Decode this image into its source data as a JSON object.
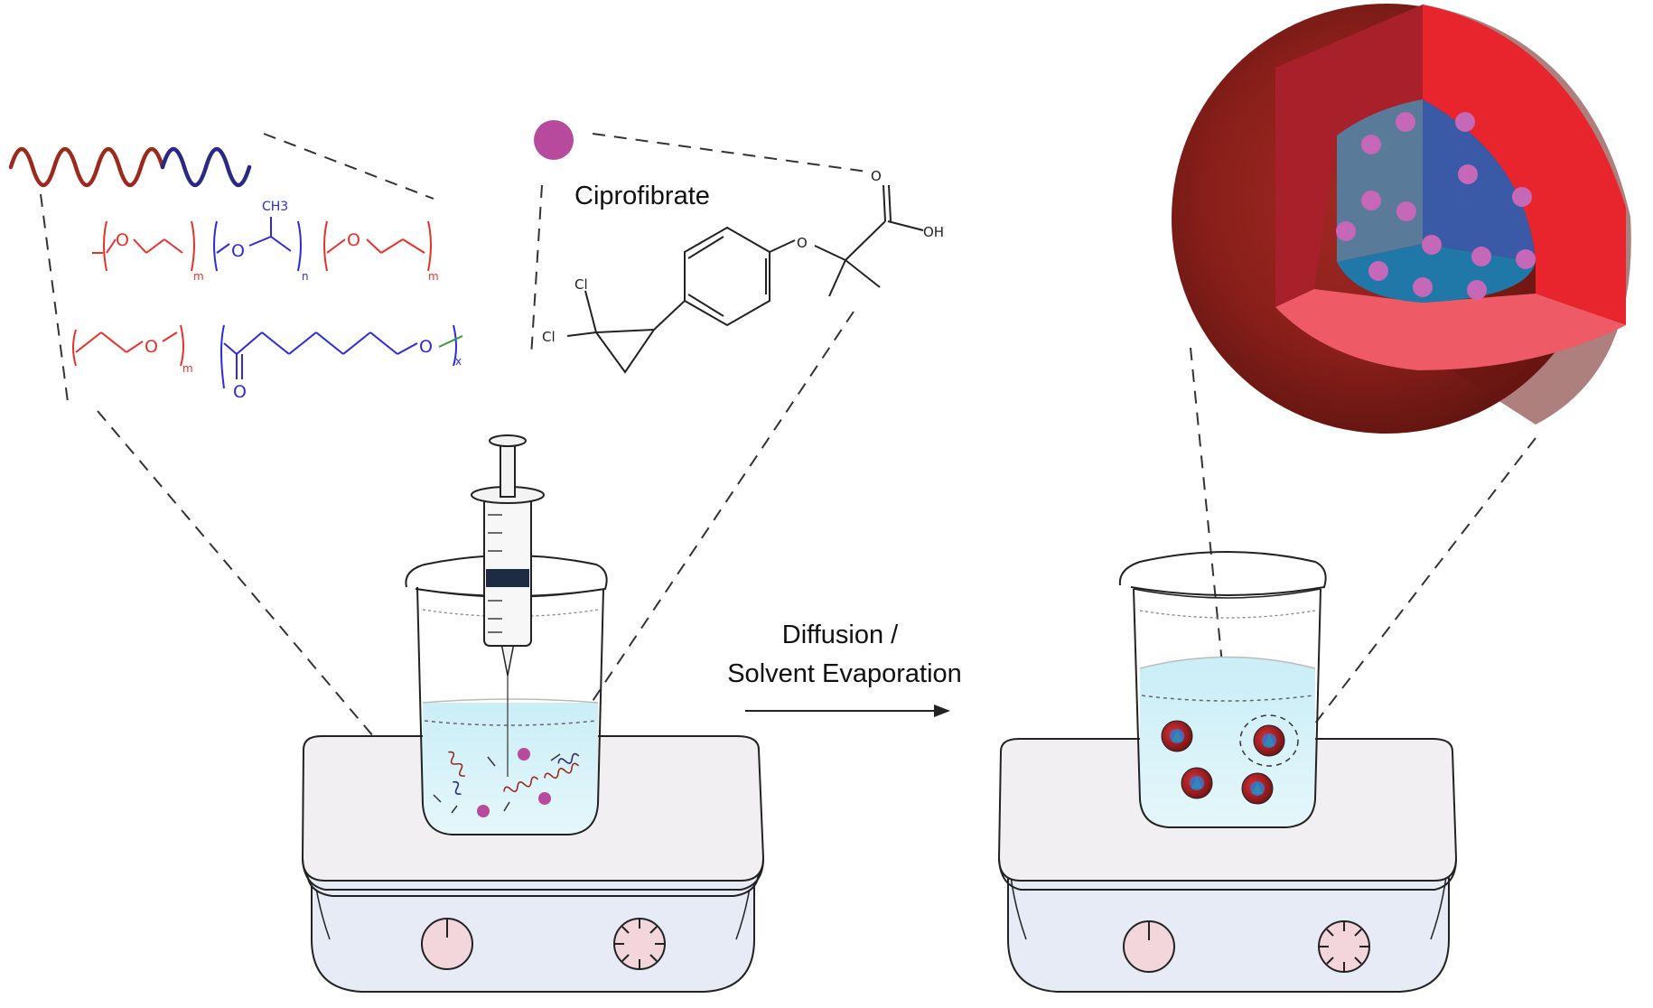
{
  "labels": {
    "drug_name": "Ciprofibrate",
    "arrow_line1": "Diffusion /",
    "arrow_line2": "Solvent Evaporation"
  },
  "chem": {
    "cooh_o": "O",
    "cooh_oh": "OH",
    "ether_o": "O",
    "cl_top": "Cl",
    "cl_left": "Cl",
    "ch3": "CH3",
    "ring_o1": "O",
    "ring_o2": "O",
    "ring_o3": "O",
    "sub_m1": "m",
    "sub_n": "n",
    "sub_m2": "m",
    "row2_o1": "O",
    "row2_o2": "O",
    "row2_carbonyl_o": "O",
    "sub_m3": "m",
    "sub_x": "x"
  },
  "colors": {
    "peo_red": "#e8302a",
    "ppo_blue": "#2a2ae0",
    "pcl_green": "#3a9a3a",
    "drug_pink": "#b84a9e",
    "shell_dark": "#7a1a16",
    "shell_red": "#e8242c",
    "core_blue": "#3a5aa8",
    "water": "#d6f1f8",
    "hotplate_top": "#f1eff1",
    "hotplate_body": "#e7ebf6",
    "knob": "#f3d6dc"
  },
  "icons": [
    "syringe-icon",
    "beaker-icon",
    "hotplate-icon",
    "knob-icon",
    "micelle-icon",
    "polymer-chain-icon",
    "drug-particle-icon"
  ]
}
